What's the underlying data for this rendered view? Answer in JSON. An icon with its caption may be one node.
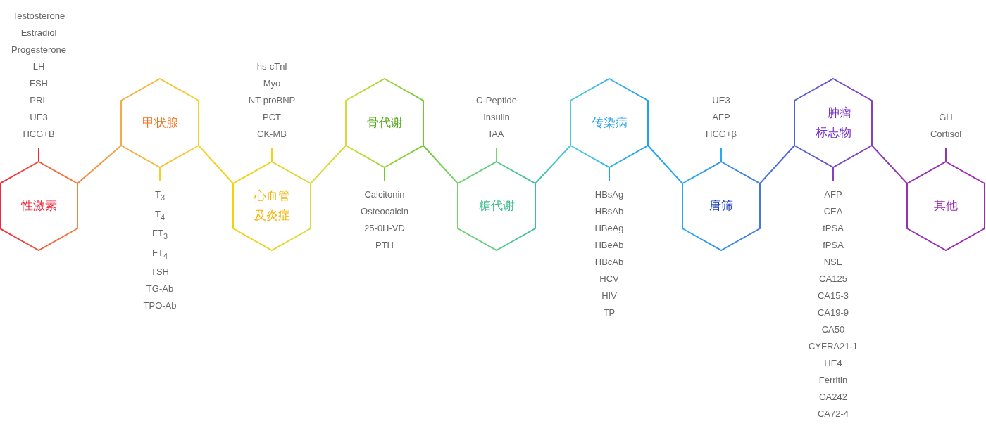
{
  "diagram": {
    "nodes": [
      {
        "text": [
          "性激素"
        ],
        "beside": [
          "Testosterone",
          "Estradiol",
          "Progesterone",
          "LH",
          "FSH",
          "PRL",
          "UE3",
          "HCG+B"
        ]
      },
      {
        "text": [
          "甲状腺"
        ],
        "beside": [
          "T$_{3}$",
          "T$_{4}$",
          "FT$_{3}$",
          "FT$_{4}$",
          "TSH",
          "TG-Ab",
          "TPO-Ab"
        ]
      },
      {
        "text": [
          "心血管及炎症"
        ],
        "beside": [
          "hs-cTnl",
          "Myo",
          "NT-proBNP",
          "PCT",
          "CK-MB"
        ]
      },
      {
        "text": [
          "骨代谢"
        ],
        "beside": [
          "Calcitonin",
          "Osteocalcin",
          "25-0H-VD",
          "PTH"
        ]
      },
      {
        "text": [
          "糖代谢"
        ],
        "beside": [
          "C-Peptide",
          "Insulin",
          "IAA"
        ]
      },
      {
        "text": [
          "传染病"
        ],
        "beside": [
          "HBsAg",
          "HBsAb",
          "HBeAg",
          "HBeAb",
          "HBcAb",
          "HCV",
          "HIV",
          "TP"
        ]
      },
      {
        "text": [
          "唐筛"
        ],
        "beside": [
          "UE3",
          "AFP",
          "HCG+β"
        ]
      },
      {
        "text": [
          "肿瘤标志物"
        ],
        "beside": [
          "AFP",
          "CEA",
          "tPSA",
          "fPSA",
          "NSE",
          "CA125",
          "CA15-3",
          "CA19-9",
          "CA50",
          "CYFRA21-1",
          "HE4",
          "Ferritin",
          "CA242",
          "CA72-4"
        ]
      },
      {
        "text": [
          "其他"
        ],
        "beside": [
          "GH",
          "Cortisol"
        ]
      }
    ],
    "edges": [
      {
        "from": 0,
        "to": 1,
        "arrow": "none"
      },
      {
        "from": 1,
        "to": 2,
        "arrow": "none"
      },
      {
        "from": 2,
        "to": 3,
        "arrow": "none"
      },
      {
        "from": 3,
        "to": 4,
        "arrow": "none"
      },
      {
        "from": 4,
        "to": 5,
        "arrow": "none"
      },
      {
        "from": 5,
        "to": 6,
        "arrow": "none"
      },
      {
        "from": 6,
        "to": 7,
        "arrow": "none"
      },
      {
        "from": 7,
        "to": 8,
        "arrow": "none"
      }
    ]
  }
}
